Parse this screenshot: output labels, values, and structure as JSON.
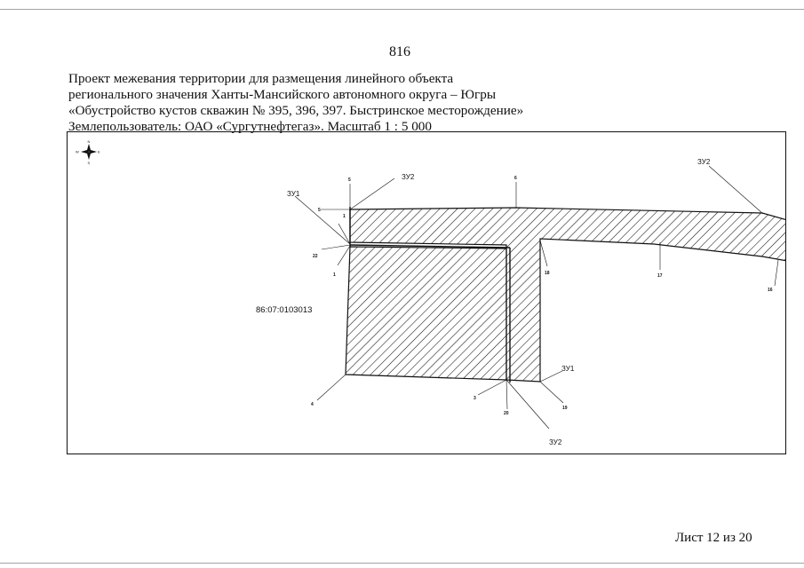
{
  "page_number": "816",
  "title_lines": [
    "Проект межевания территории для размещения линейного объекта",
    "регионального значения Ханты-Мансийского автономного округа – Югры",
    "«Обустройство кустов скважин № 395, 396, 397. Быстринское месторождение»",
    "Землепользователь: ОАО «Сургутнефтегаз». Масштаб 1 : 5 000"
  ],
  "map": {
    "compass": {
      "north": "N",
      "south": "S",
      "west": "W",
      "east": "E"
    },
    "parcel_number": "86:07:0103013",
    "zone_labels": {
      "zu1_top": "ЗУ1",
      "zu2_top": "ЗУ2",
      "zu2_right": "ЗУ2",
      "zu1_bottom": "ЗУ1",
      "zu2_bottom": "ЗУ2"
    },
    "point_labels": {
      "p5_top": "5",
      "p6": "6",
      "p5_left": "5",
      "p1_upper": "1",
      "p22": "22",
      "p1_lower": "1",
      "p18": "18",
      "p17": "17",
      "p16": "16",
      "p4": "4",
      "p3": "3",
      "p20": "20",
      "p19": "19"
    }
  },
  "footer": {
    "sheet_label": "Лист 12 из 20"
  }
}
